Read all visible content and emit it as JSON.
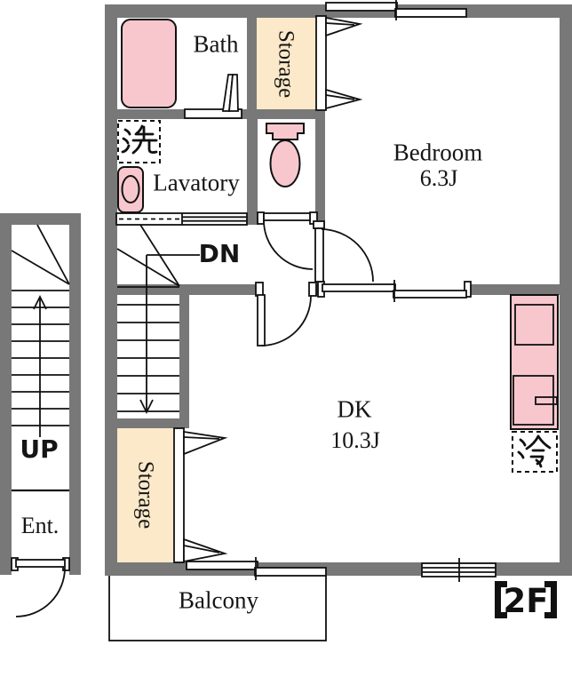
{
  "colors": {
    "wall": "#787878",
    "fixture-pink": "#f8c7cd",
    "storage-cream": "#fbe9c9",
    "line": "#111111",
    "bg": "#ffffff"
  },
  "floor_plan": {
    "floor_badge": {
      "label": "【2F】",
      "text": "2F"
    },
    "rooms": {
      "bath": {
        "label": "Bath"
      },
      "storage_top": {
        "label": "Storage"
      },
      "bedroom": {
        "label": "Bedroom",
        "size": "6.3J"
      },
      "laundry": {
        "label": "洗"
      },
      "lavatory": {
        "label": "Lavatory"
      },
      "hall": {
        "stairs_down_label": "DN"
      },
      "dk": {
        "label": "DK",
        "size": "10.3J"
      },
      "storage_dk": {
        "label": "Storage"
      },
      "refrigerator": {
        "label": "冷"
      },
      "balcony": {
        "label": "Balcony"
      }
    },
    "exterior_stairs": {
      "up_label": "UP",
      "entrance_label": "Ent."
    }
  }
}
